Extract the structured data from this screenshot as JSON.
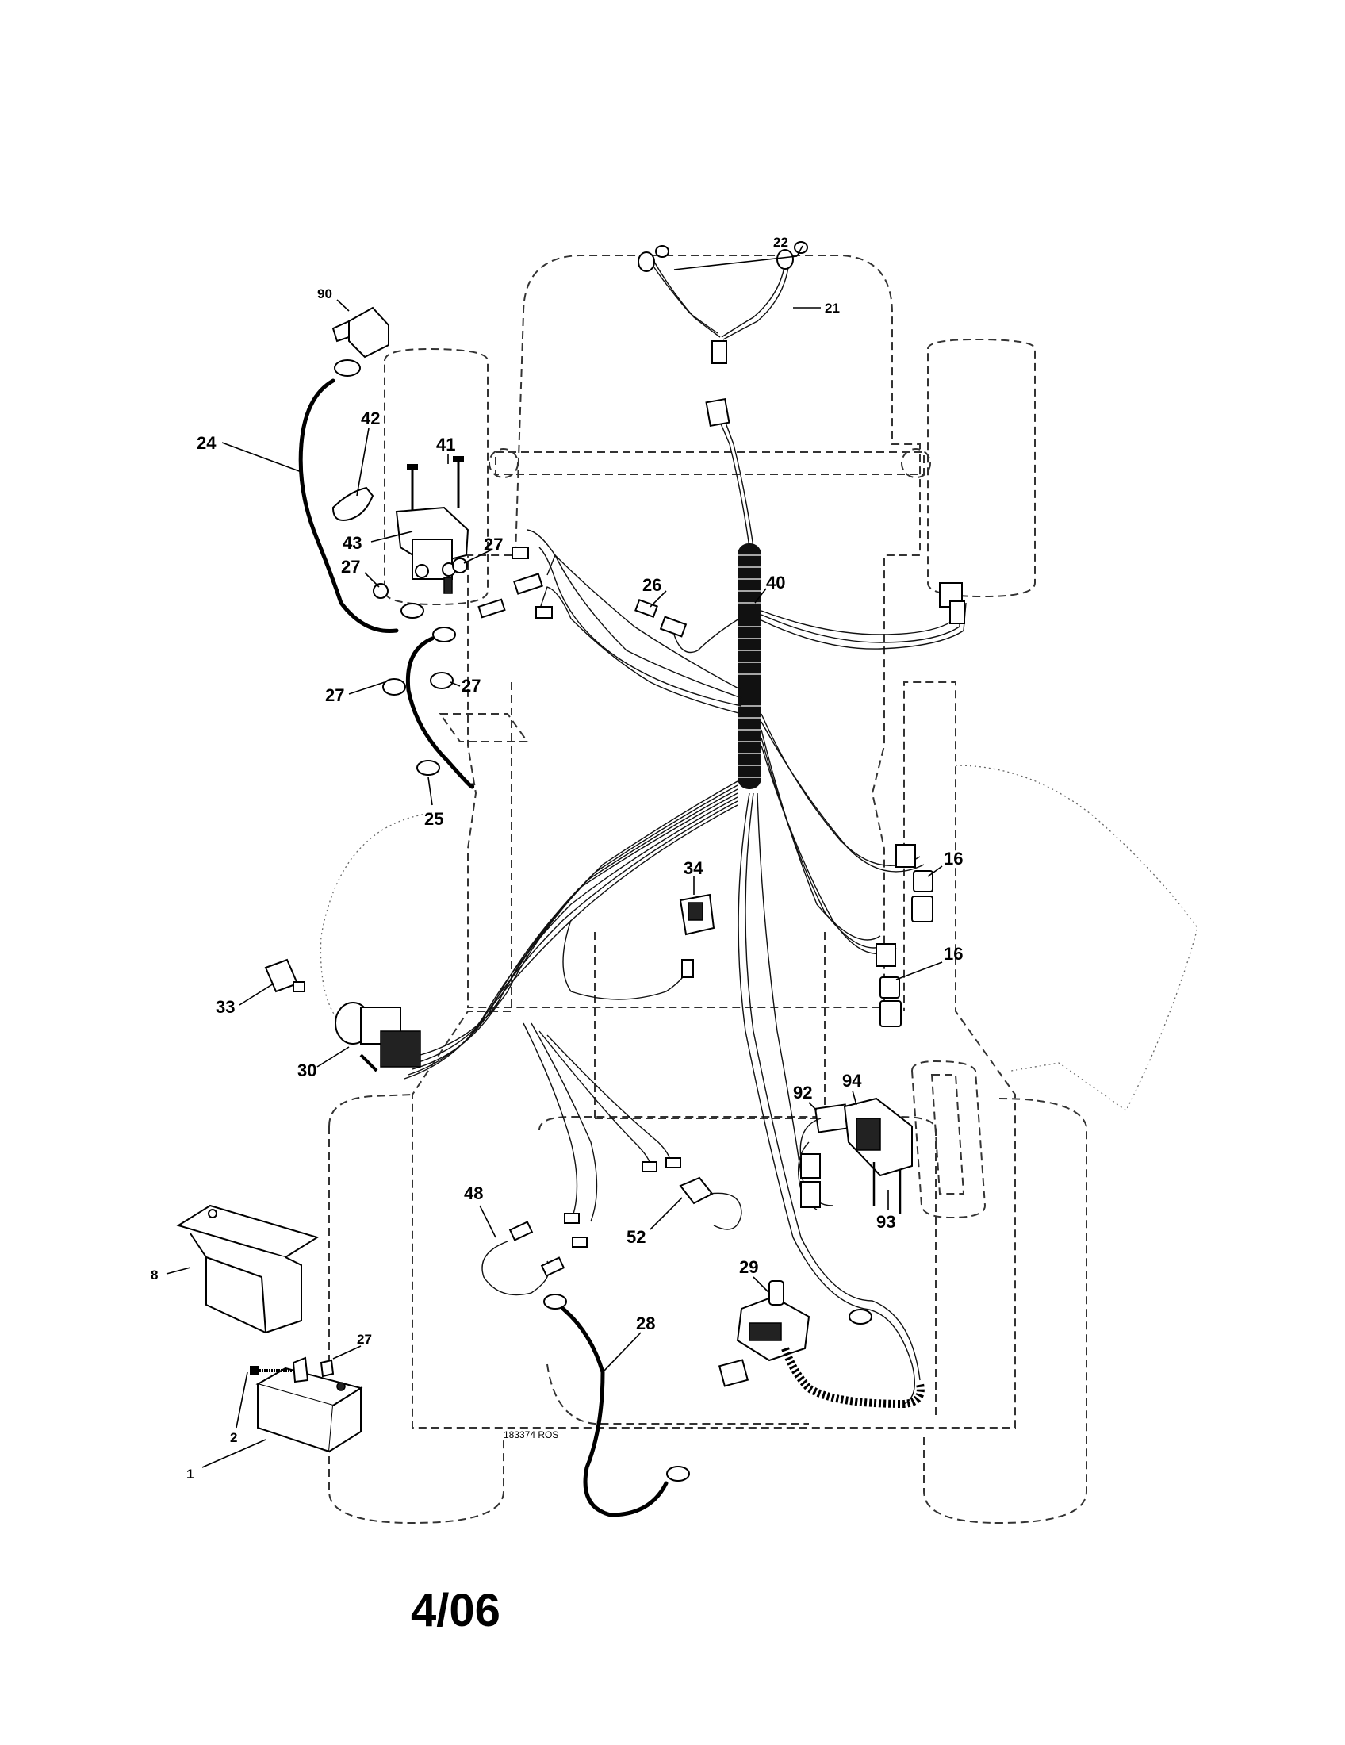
{
  "callouts": {
    "c1": "1",
    "c2": "2",
    "c8": "8",
    "c16a": "16",
    "c16b": "16",
    "c21": "21",
    "c22": "22",
    "c24": "24",
    "c25": "25",
    "c26": "26",
    "c27a": "27",
    "c27b": "27",
    "c27c": "27",
    "c27d": "27",
    "c27e": "27",
    "c28": "28",
    "c29": "29",
    "c30": "30",
    "c33": "33",
    "c34": "34",
    "c40": "40",
    "c41": "41",
    "c42": "42",
    "c43": "43",
    "c48": "48",
    "c52": "52",
    "c90": "90",
    "c92": "92",
    "c93": "93",
    "c94": "94"
  },
  "drawing_code": "183374 ROS",
  "date": "4/06"
}
